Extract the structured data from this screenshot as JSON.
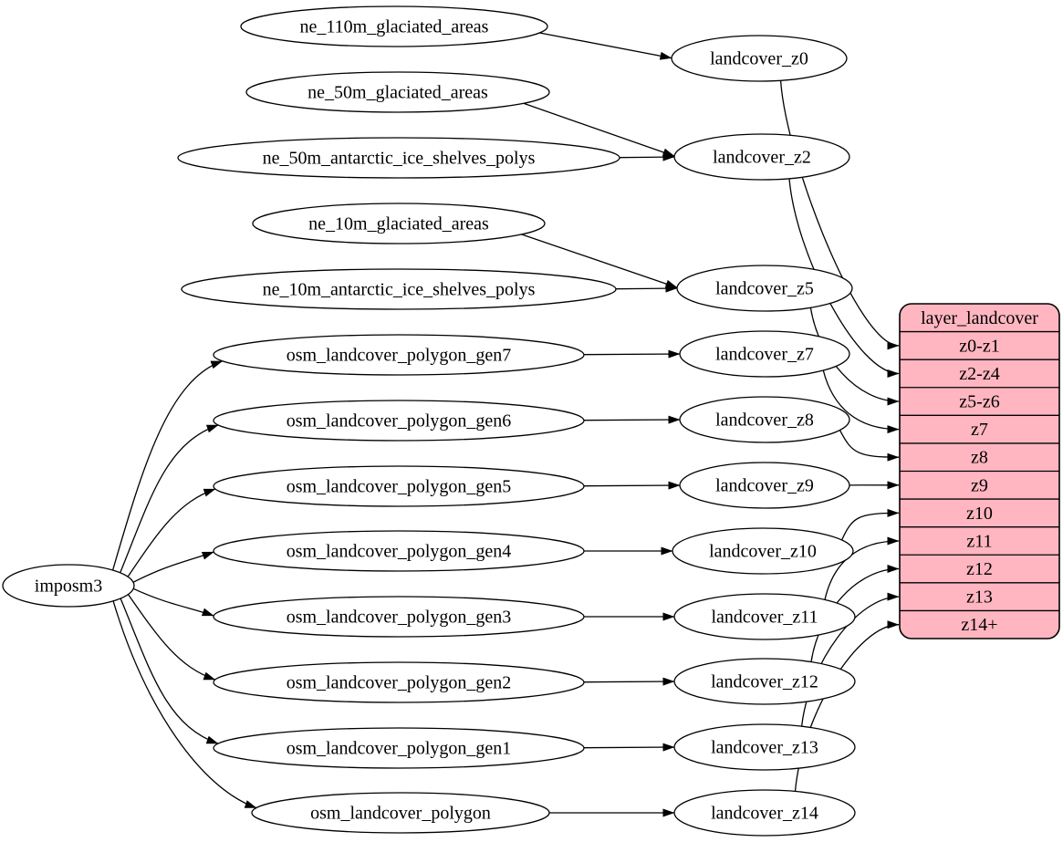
{
  "diagram": {
    "type": "graphviz-digraph",
    "background": "#ffffff",
    "edge_color": "#000000",
    "node_fill": "#ffffff",
    "node_stroke": "#000000",
    "text_color": "#000000",
    "nodes": [
      {
        "id": "imposm3",
        "label": "imposm3",
        "kind": "process"
      },
      {
        "id": "ne_110m_glaciated_areas",
        "label": "ne_110m_glaciated_areas",
        "kind": "source"
      },
      {
        "id": "ne_50m_glaciated_areas",
        "label": "ne_50m_glaciated_areas",
        "kind": "source"
      },
      {
        "id": "ne_50m_antarctic_ice_shelves_polys",
        "label": "ne_50m_antarctic_ice_shelves_polys",
        "kind": "source"
      },
      {
        "id": "ne_10m_glaciated_areas",
        "label": "ne_10m_glaciated_areas",
        "kind": "source"
      },
      {
        "id": "ne_10m_antarctic_ice_shelves_polys",
        "label": "ne_10m_antarctic_ice_shelves_polys",
        "kind": "source"
      },
      {
        "id": "osm_landcover_polygon_gen7",
        "label": "osm_landcover_polygon_gen7",
        "kind": "source"
      },
      {
        "id": "osm_landcover_polygon_gen6",
        "label": "osm_landcover_polygon_gen6",
        "kind": "source"
      },
      {
        "id": "osm_landcover_polygon_gen5",
        "label": "osm_landcover_polygon_gen5",
        "kind": "source"
      },
      {
        "id": "osm_landcover_polygon_gen4",
        "label": "osm_landcover_polygon_gen4",
        "kind": "source"
      },
      {
        "id": "osm_landcover_polygon_gen3",
        "label": "osm_landcover_polygon_gen3",
        "kind": "source"
      },
      {
        "id": "osm_landcover_polygon_gen2",
        "label": "osm_landcover_polygon_gen2",
        "kind": "source"
      },
      {
        "id": "osm_landcover_polygon_gen1",
        "label": "osm_landcover_polygon_gen1",
        "kind": "source"
      },
      {
        "id": "osm_landcover_polygon",
        "label": "osm_landcover_polygon",
        "kind": "source"
      },
      {
        "id": "landcover_z0",
        "label": "landcover_z0",
        "kind": "generalized"
      },
      {
        "id": "landcover_z2",
        "label": "landcover_z2",
        "kind": "generalized"
      },
      {
        "id": "landcover_z5",
        "label": "landcover_z5",
        "kind": "generalized"
      },
      {
        "id": "landcover_z7",
        "label": "landcover_z7",
        "kind": "generalized"
      },
      {
        "id": "landcover_z8",
        "label": "landcover_z8",
        "kind": "generalized"
      },
      {
        "id": "landcover_z9",
        "label": "landcover_z9",
        "kind": "generalized"
      },
      {
        "id": "landcover_z10",
        "label": "landcover_z10",
        "kind": "generalized"
      },
      {
        "id": "landcover_z11",
        "label": "landcover_z11",
        "kind": "generalized"
      },
      {
        "id": "landcover_z12",
        "label": "landcover_z12",
        "kind": "generalized"
      },
      {
        "id": "landcover_z13",
        "label": "landcover_z13",
        "kind": "generalized"
      },
      {
        "id": "landcover_z14",
        "label": "landcover_z14",
        "kind": "generalized"
      }
    ],
    "table": {
      "id": "layer_landcover",
      "title": "layer_landcover",
      "fill": "#ffb6c1",
      "stroke": "#000000",
      "rows": [
        "z0-z1",
        "z2-z4",
        "z5-z6",
        "z7",
        "z8",
        "z9",
        "z10",
        "z11",
        "z12",
        "z13",
        "z14+"
      ]
    },
    "edges": [
      {
        "from": "ne_110m_glaciated_areas",
        "to": "landcover_z0"
      },
      {
        "from": "ne_50m_glaciated_areas",
        "to": "landcover_z2"
      },
      {
        "from": "ne_50m_antarctic_ice_shelves_polys",
        "to": "landcover_z2"
      },
      {
        "from": "ne_10m_glaciated_areas",
        "to": "landcover_z5"
      },
      {
        "from": "ne_10m_antarctic_ice_shelves_polys",
        "to": "landcover_z5"
      },
      {
        "from": "imposm3",
        "to": "osm_landcover_polygon_gen7"
      },
      {
        "from": "imposm3",
        "to": "osm_landcover_polygon_gen6"
      },
      {
        "from": "imposm3",
        "to": "osm_landcover_polygon_gen5"
      },
      {
        "from": "imposm3",
        "to": "osm_landcover_polygon_gen4"
      },
      {
        "from": "imposm3",
        "to": "osm_landcover_polygon_gen3"
      },
      {
        "from": "imposm3",
        "to": "osm_landcover_polygon_gen2"
      },
      {
        "from": "imposm3",
        "to": "osm_landcover_polygon_gen1"
      },
      {
        "from": "imposm3",
        "to": "osm_landcover_polygon"
      },
      {
        "from": "osm_landcover_polygon_gen7",
        "to": "landcover_z7"
      },
      {
        "from": "osm_landcover_polygon_gen6",
        "to": "landcover_z8"
      },
      {
        "from": "osm_landcover_polygon_gen5",
        "to": "landcover_z9"
      },
      {
        "from": "osm_landcover_polygon_gen4",
        "to": "landcover_z10"
      },
      {
        "from": "osm_landcover_polygon_gen3",
        "to": "landcover_z11"
      },
      {
        "from": "osm_landcover_polygon_gen2",
        "to": "landcover_z12"
      },
      {
        "from": "osm_landcover_polygon_gen1",
        "to": "landcover_z13"
      },
      {
        "from": "osm_landcover_polygon",
        "to": "landcover_z14"
      },
      {
        "from": "landcover_z0",
        "to": "layer_landcover",
        "row": "z0-z1"
      },
      {
        "from": "landcover_z2",
        "to": "layer_landcover",
        "row": "z2-z4"
      },
      {
        "from": "landcover_z5",
        "to": "layer_landcover",
        "row": "z5-z6"
      },
      {
        "from": "landcover_z7",
        "to": "layer_landcover",
        "row": "z7"
      },
      {
        "from": "landcover_z8",
        "to": "layer_landcover",
        "row": "z8"
      },
      {
        "from": "landcover_z9",
        "to": "layer_landcover",
        "row": "z9"
      },
      {
        "from": "landcover_z10",
        "to": "layer_landcover",
        "row": "z10"
      },
      {
        "from": "landcover_z11",
        "to": "layer_landcover",
        "row": "z11"
      },
      {
        "from": "landcover_z12",
        "to": "layer_landcover",
        "row": "z12"
      },
      {
        "from": "landcover_z13",
        "to": "layer_landcover",
        "row": "z13"
      },
      {
        "from": "landcover_z14",
        "to": "layer_landcover",
        "row": "z14+"
      }
    ]
  }
}
